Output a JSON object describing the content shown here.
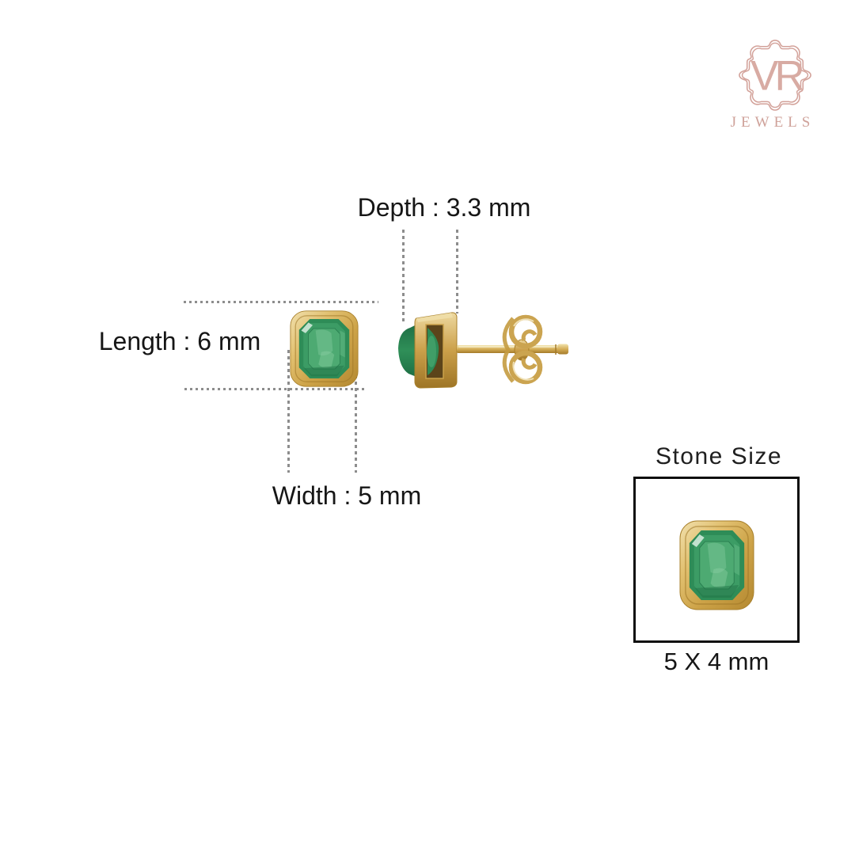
{
  "brand": {
    "monogram": "VR",
    "name": "JEWELS"
  },
  "dimensions": {
    "depth_label": "Depth : 3.3 mm",
    "length_label": "Length : 6 mm",
    "width_label": "Width : 5 mm"
  },
  "stone": {
    "title": "Stone Size",
    "size_label": "5 X 4 mm"
  },
  "colors": {
    "background": "#ffffff",
    "text": "#161616",
    "dash_gray": "#8d8d8d",
    "logo_rose": "#d3a29a",
    "gold": "#d4a94e",
    "gold_light": "#f1e0ad",
    "gold_dark": "#a87e2b",
    "emerald": "#2f8f58",
    "emerald_light": "#7cc697",
    "emerald_dark": "#1e6f45",
    "box_border": "#0e0e0e"
  }
}
